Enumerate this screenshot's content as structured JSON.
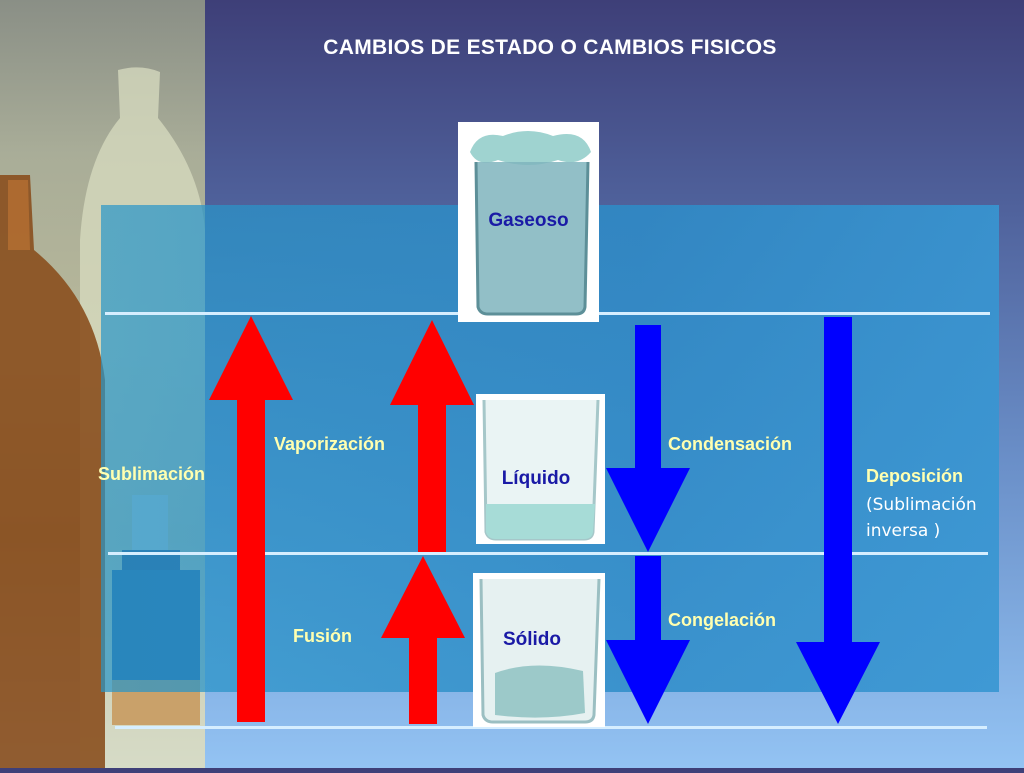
{
  "title": "CAMBIOS DE ESTADO O CAMBIOS FISICOS",
  "states": {
    "gas": "Gaseoso",
    "liquid": "Líquido",
    "solid": "Sólido"
  },
  "processes": {
    "sublimation": "Sublimación",
    "vaporization": "Vaporización",
    "fusion": "Fusión",
    "condensation": "Condensación",
    "freezing": "Congelación",
    "deposition": "Deposición",
    "deposition_note_line1": "(Sublimación",
    "deposition_note_line2": "inversa )"
  },
  "colors": {
    "rising_arrow": "#ff0000",
    "falling_arrow": "#0000ff",
    "state_label": "#1a1aa6",
    "process_label": "#ffffb0"
  }
}
